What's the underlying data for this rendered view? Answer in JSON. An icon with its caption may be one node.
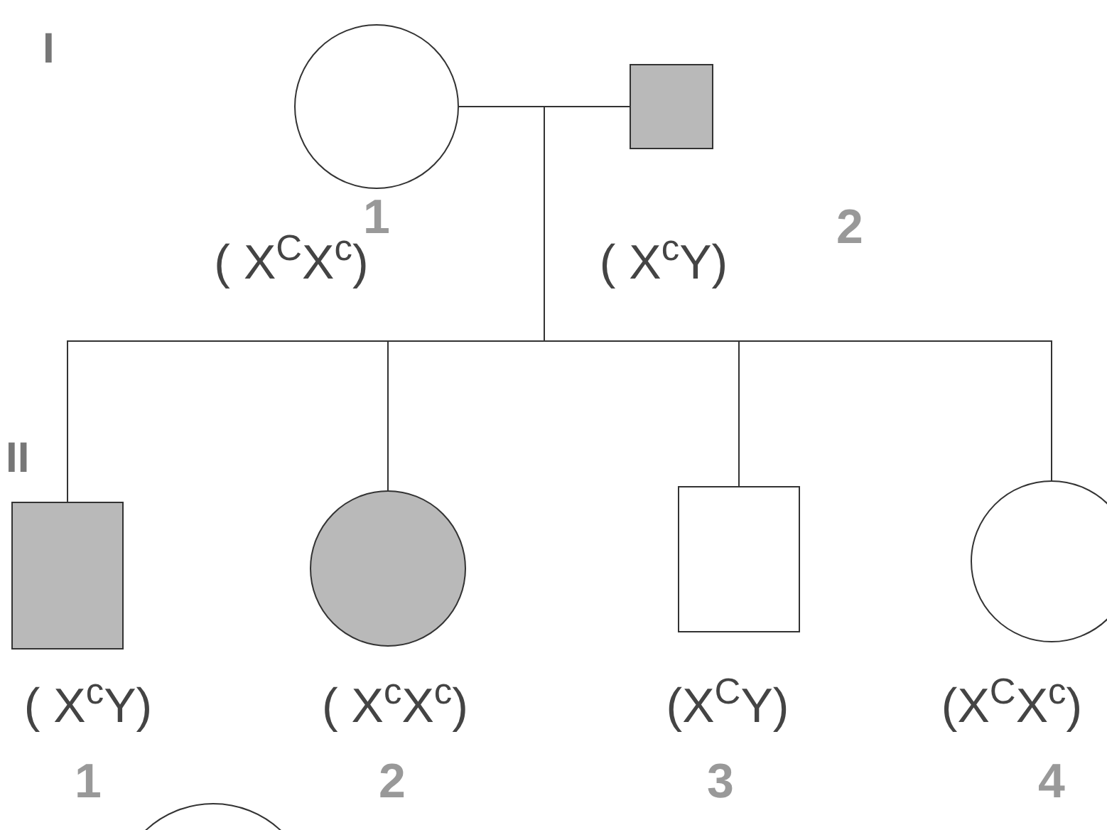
{
  "diagram": {
    "nodes": [
      {
        "text": [],
        "shape": "circle",
        "beside": [
          "1",
          "( X$^{C}$X$^{c}$)"
        ]
      },
      {
        "text": [],
        "shape": "box",
        "beside": [
          "2",
          "( X$^{c}$Y)"
        ]
      },
      {
        "text": [],
        "shape": "box",
        "beside": [
          "( X$^{c}$Y)",
          "1"
        ]
      },
      {
        "text": [],
        "shape": "circle",
        "beside": [
          "( X$^{c}$X$^{c}$)",
          "2"
        ]
      },
      {
        "text": [],
        "shape": "box",
        "beside": [
          "(X$^{C}$Y)",
          "3"
        ]
      },
      {
        "text": [],
        "shape": "circle",
        "beside": [
          "(X$^{C}$X$^{c}$)",
          "4"
        ]
      },
      {
        "text": [],
        "shape": "circle"
      }
    ],
    "edges": [
      {
        "from": 0,
        "to": 1,
        "arrow": "none"
      },
      {
        "from": 0,
        "to": 2,
        "arrow": "none"
      },
      {
        "from": 0,
        "to": 3,
        "arrow": "none"
      },
      {
        "from": 0,
        "to": 4,
        "arrow": "none"
      },
      {
        "from": 0,
        "to": 5,
        "arrow": "none"
      },
      {
        "from": 1,
        "to": 2,
        "arrow": "none"
      },
      {
        "from": 1,
        "to": 3,
        "arrow": "none"
      },
      {
        "from": 1,
        "to": 4,
        "arrow": "none"
      },
      {
        "from": 1,
        "to": 5,
        "arrow": "none"
      }
    ],
    "labels": [
      "I",
      "II"
    ]
  }
}
